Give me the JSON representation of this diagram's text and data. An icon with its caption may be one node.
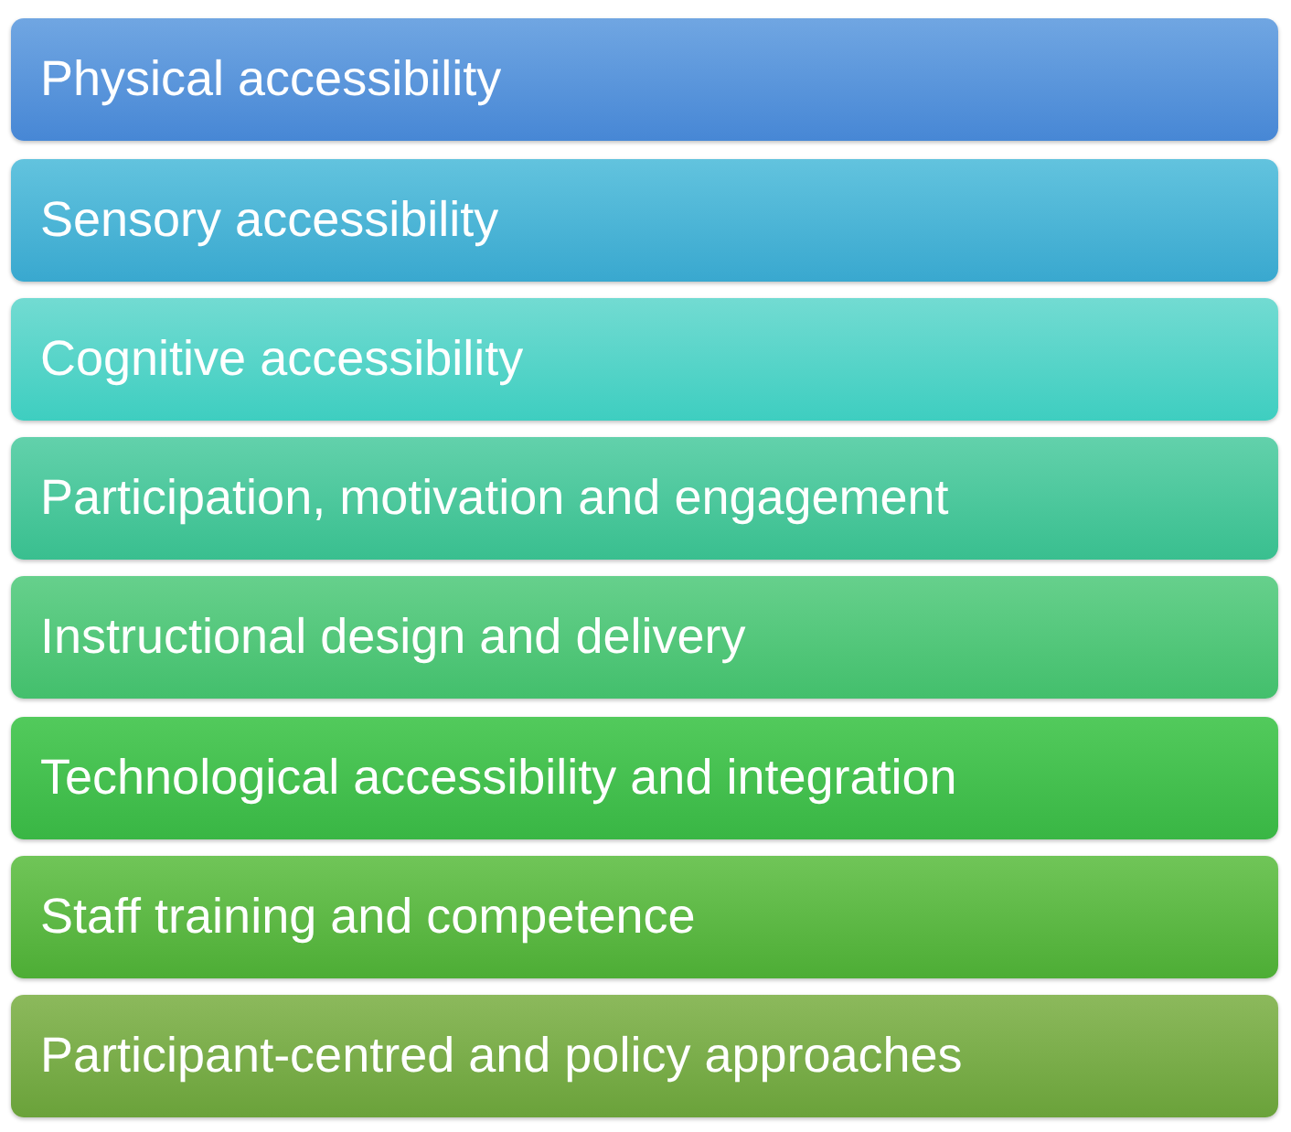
{
  "diagram": {
    "nodes": [
      {
        "text": [
          "Physical accessibility"
        ]
      },
      {
        "text": [
          "Sensory accessibility"
        ]
      },
      {
        "text": [
          "Cognitive accessibility"
        ]
      },
      {
        "text": [
          "Participation, motivation and engagement"
        ]
      },
      {
        "text": [
          "Instructional design and delivery"
        ]
      },
      {
        "text": [
          "Technological accessibility and integration"
        ]
      },
      {
        "text": [
          "Staff training and competence"
        ]
      },
      {
        "text": [
          "Participant-centred and policy approaches"
        ]
      }
    ]
  }
}
